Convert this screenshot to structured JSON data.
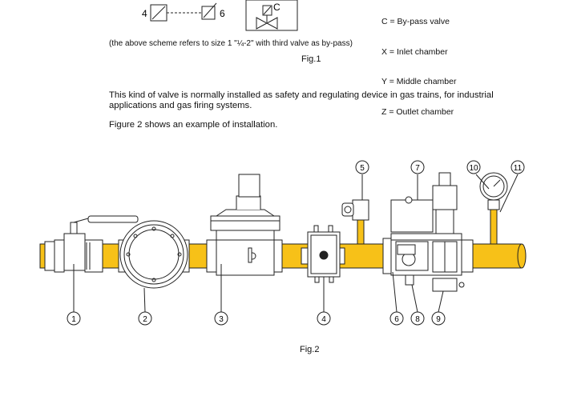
{
  "fig1": {
    "scheme_labels": {
      "left_number": "4",
      "right_number": "6",
      "valve_letter": "C"
    },
    "legend": [
      "C = By-pass valve",
      "X = Inlet chamber",
      "Y = Middle chamber",
      "Z = Outlet chamber"
    ],
    "caption": "(the above scheme refers to size 1 \"¼-2\" with third valve as by-pass)",
    "title": "Fig.1"
  },
  "body": {
    "paragraph1": "This kind of valve is normally installed as safety and regulating device in gas trains, for industrial applications and gas firing systems.",
    "paragraph2": "Figure 2 shows an example of installation."
  },
  "fig2": {
    "title": "Fig.2",
    "callouts": [
      "1",
      "2",
      "3",
      "4",
      "5",
      "6",
      "7",
      "8",
      "9",
      "10",
      "11"
    ],
    "colors": {
      "pipe": "#f7c118",
      "line": "#222222"
    }
  }
}
